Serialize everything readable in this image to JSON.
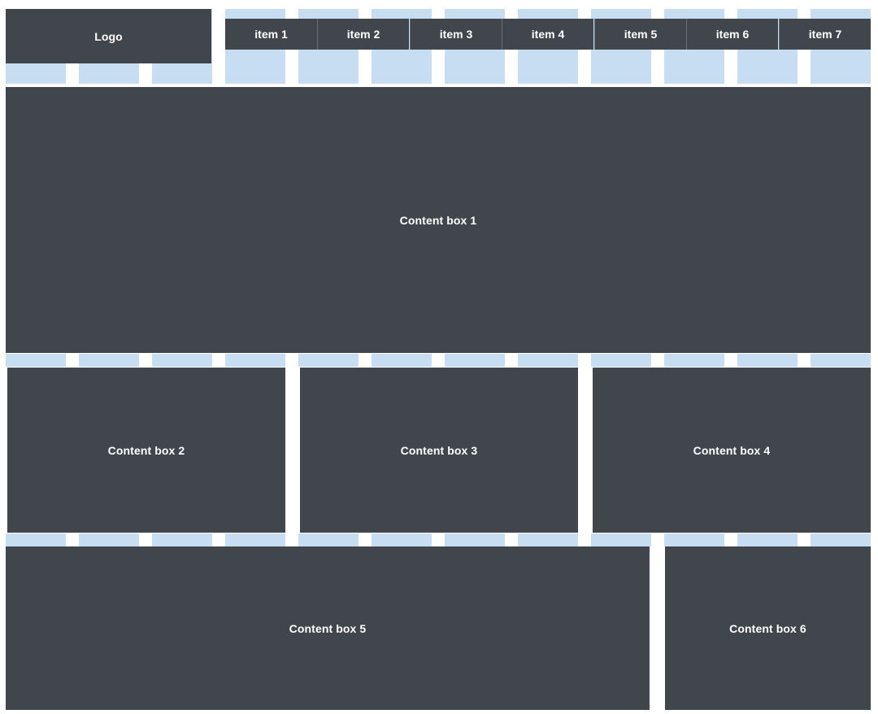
{
  "header": {
    "logo_label": "Logo",
    "nav_items": [
      "item 1",
      "item 2",
      "item 3",
      "item 4",
      "item 5",
      "item 6",
      "item 7"
    ]
  },
  "content_boxes": [
    "Content box 1",
    "Content box 2",
    "Content box 3",
    "Content box 4",
    "Content box 5",
    "Content box 6"
  ],
  "colors": {
    "block": "#41454c",
    "grid_column": "#c6ddf2",
    "background": "#ffffff",
    "text": "#ffffff"
  }
}
